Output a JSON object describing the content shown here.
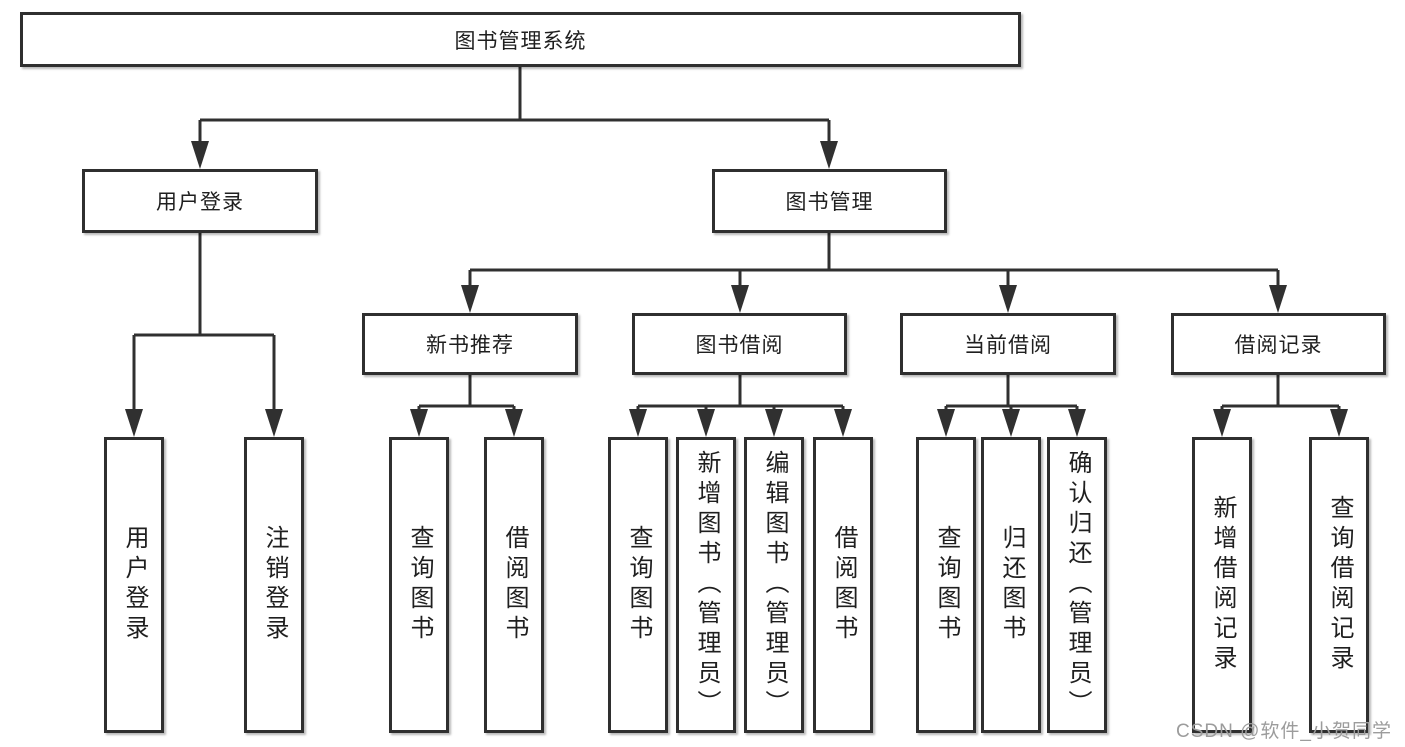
{
  "tree": {
    "root": {
      "label": "图书管理系统",
      "children": [
        {
          "label": "用户登录",
          "children": [
            {
              "label": "用户登录"
            },
            {
              "label": "注销登录"
            }
          ]
        },
        {
          "label": "图书管理",
          "children": [
            {
              "label": "新书推荐",
              "children": [
                {
                  "label": "查询图书"
                },
                {
                  "label": "借阅图书"
                }
              ]
            },
            {
              "label": "图书借阅",
              "children": [
                {
                  "label": "查询图书"
                },
                {
                  "label": "新增图书（管理员）"
                },
                {
                  "label": "编辑图书（管理员）"
                },
                {
                  "label": "借阅图书"
                }
              ]
            },
            {
              "label": "当前借阅",
              "children": [
                {
                  "label": "查询图书"
                },
                {
                  "label": "归还图书"
                },
                {
                  "label": "确认归还（管理员）"
                }
              ]
            },
            {
              "label": "借阅记录",
              "children": [
                {
                  "label": "新增借阅记录"
                },
                {
                  "label": "查询借阅记录"
                }
              ]
            }
          ]
        }
      ]
    }
  },
  "watermark": {
    "text": "CSDN @软件_小贺同学"
  },
  "colors": {
    "line": "#303030",
    "box_border": "#2f2f2f",
    "box_fill": "#ffffff",
    "text": "#1f1f1f",
    "watermark": "#9c9c9c",
    "background": "#ffffff"
  }
}
